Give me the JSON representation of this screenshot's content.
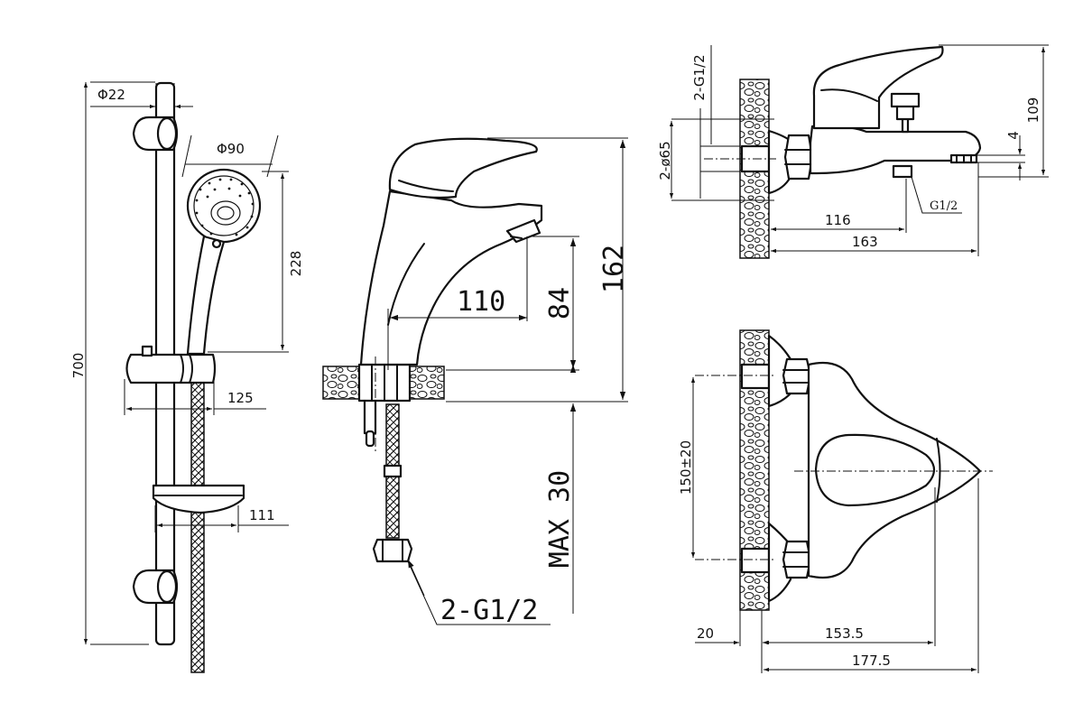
{
  "shower_set": {
    "rail_diameter": "Φ22",
    "head_diameter": "Φ90",
    "head_length": "228",
    "total_height": "700",
    "slider_offset": "125",
    "soap_dish_width": "111"
  },
  "basin_mixer": {
    "spout_reach": "110",
    "spout_height": "84",
    "total_height": "162",
    "max_deck": "MAX 30",
    "inlet": "2-G1/2"
  },
  "bath_mixer_side": {
    "inlets": "2-G1/2",
    "flange": "2-ø65",
    "height": "109",
    "outlet_gap": "4",
    "outlet_thread": "G1/2",
    "depth_short": "116",
    "depth_long": "163"
  },
  "bath_mixer_front": {
    "centers": "150±20",
    "wall": "20",
    "depth_short": "153.5",
    "depth_long": "177.5"
  }
}
